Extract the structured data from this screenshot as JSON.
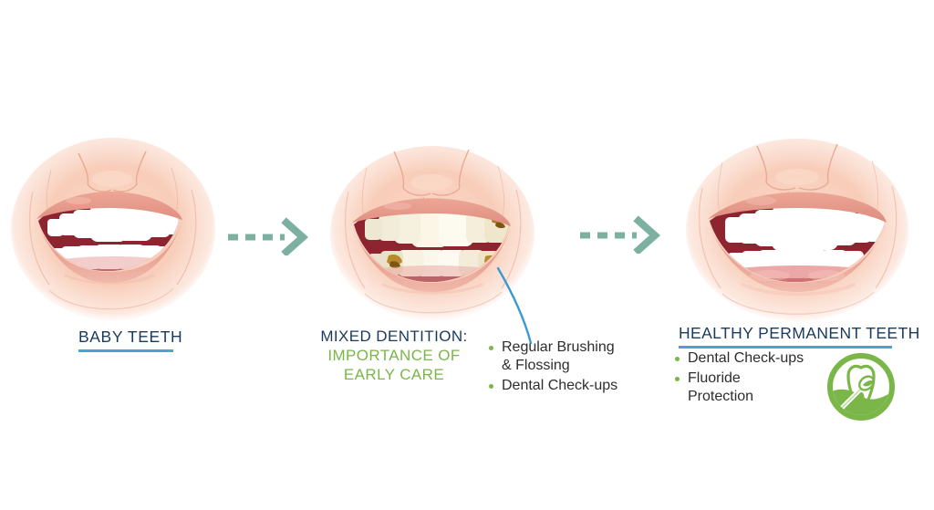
{
  "stages": [
    {
      "id": "baby",
      "label": "BABY TEETH",
      "icon": "child-mouth-baby-teeth-illustration"
    },
    {
      "id": "mixed",
      "label_line1": "MIXED DENTITION:",
      "label_line2": "IMPORTANCE OF",
      "label_line3": "EARLY CARE",
      "icon": "mouth-mixed-dentition-decay-illustration",
      "bullets": [
        "Regular Brushing",
        "& Flossing",
        "Dental Check-ups"
      ]
    },
    {
      "id": "healthy",
      "label": "HEALTHY PERMANENT TEETH",
      "icon": "mouth-healthy-permanent-teeth-illustration",
      "bullets": [
        "Dental Check-ups",
        "Fluoride",
        "Protection"
      ]
    }
  ],
  "mixed_bullets": [
    {
      "line1": "Regular Brushing",
      "line2": "& Flossing"
    },
    {
      "line1": "Dental Check-ups",
      "line2": ""
    }
  ],
  "healthy_bullets": [
    {
      "line1": "Dental Check-ups",
      "line2": ""
    },
    {
      "line1": "Fluoride",
      "line2": "Protection"
    }
  ],
  "arrows": [
    {
      "name": "arrow-baby-to-mixed",
      "style": "dashed-right"
    },
    {
      "name": "arrow-mixed-to-healthy",
      "style": "dashed-right"
    }
  ],
  "logo": {
    "name": "dental-clinic-logo",
    "description": "tooth-and-mirror-in-green-circle"
  },
  "colors": {
    "navy": "#1b3a5c",
    "green": "#7ab648",
    "underline_blue": "#4ba3d3",
    "arrow_teal": "#7cb0a1",
    "leader_blue": "#3d9ad1",
    "body_text": "#2d2d2d",
    "skin": "#f6cfbc",
    "lip": "#e9a193",
    "tooth": "#ffffff",
    "decay": "#b8892f",
    "background": "#ffffff"
  }
}
